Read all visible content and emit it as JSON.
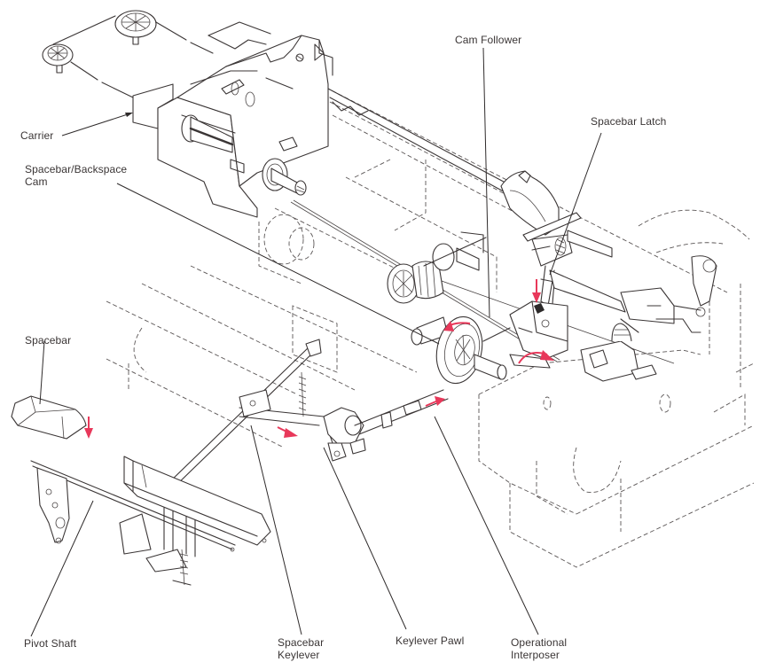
{
  "figure": {
    "subject": "Typewriter spacebar mechanism (exploded isometric view)",
    "colors": {
      "line_ink": "#3b3636",
      "motion_arrow": "#e8385a",
      "background": "#ffffff"
    },
    "labels": {
      "carrier": "Carrier",
      "spacebar_backspace_cam": "Spacebar/Backspace\nCam",
      "cam_follower": "Cam Follower",
      "spacebar_latch": "Spacebar Latch",
      "spacebar": "Spacebar",
      "pivot_shaft": "Pivot Shaft",
      "spacebar_keylever": "Spacebar\nKeylever",
      "keylever_pawl": "Keylever Pawl",
      "operational_interposer": "Operational\nInterposer"
    },
    "motion_arrows": [
      {
        "part": "spacebar",
        "direction": "down"
      },
      {
        "part": "spacebar-keylever",
        "direction": "right-down"
      },
      {
        "part": "operational-interposer",
        "direction": "right-up"
      },
      {
        "part": "cam-follower",
        "direction": "down"
      },
      {
        "part": "spacebar-backspace-cam",
        "direction": "counter-clockwise"
      },
      {
        "part": "cam-shaft",
        "direction": "clockwise"
      }
    ]
  }
}
